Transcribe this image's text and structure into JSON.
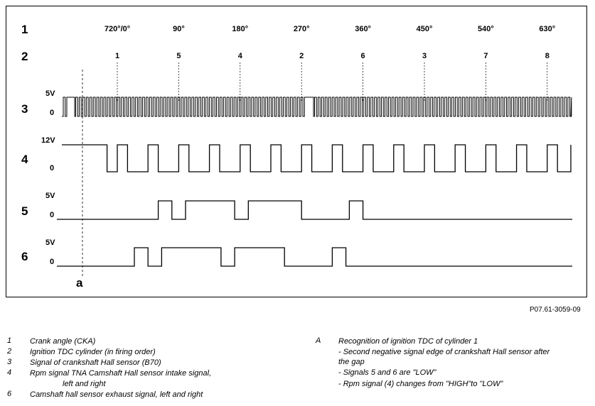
{
  "rows": {
    "row1_label": "1",
    "row2_label": "2",
    "row3_label": "3",
    "row4_label": "4",
    "row5_label": "5",
    "row6_label": "6"
  },
  "crank_angles": [
    "720°/0°",
    "90°",
    "180°",
    "270°",
    "360°",
    "450°",
    "540°",
    "630°"
  ],
  "firing_order": [
    "1",
    "5",
    "4",
    "2",
    "6",
    "3",
    "7",
    "8"
  ],
  "axis_labels": {
    "row3_high": "5V",
    "row3_low": "0",
    "row4_high": "12V",
    "row4_low": "0",
    "row5_high": "5V",
    "row5_low": "0",
    "row6_high": "5V",
    "row6_low": "0"
  },
  "marker_a": "a",
  "figure_ref": "P07.61-3059-09",
  "legend_left": [
    {
      "num": "1",
      "text": "Crank angle (CKA)"
    },
    {
      "num": "2",
      "text": "Ignition TDC cylinder (in firing order)"
    },
    {
      "num": "3",
      "text": "Signal of crankshaft Hall sensor (B70)"
    },
    {
      "num": "4",
      "text": "Rpm signal TNA    Camshaft Hall sensor intake signal,"
    },
    {
      "num": "",
      "text": "left and right"
    },
    {
      "num": "6",
      "text": "Camshaft hall sensor exhaust signal, left and right"
    }
  ],
  "legend_right": {
    "letter": "A",
    "title": "Recognition of ignition TDC of cylinder 1",
    "lines": [
      "- Second negative signal edge of crankshaft Hall sensor after",
      "the gap",
      "- Signals 5 and 6 are \"LOW\"",
      "- Rpm signal (4) changes from \"HIGH\"to \"LOW\""
    ]
  },
  "signals": {
    "row4_transitions_deg": [
      -15,
      0,
      15,
      45,
      60,
      90,
      105,
      135,
      150,
      180,
      195,
      225,
      240,
      270,
      285,
      315,
      330,
      360,
      375,
      405,
      420,
      450,
      465,
      495,
      510,
      540,
      555,
      585,
      600,
      630,
      645,
      675,
      690
    ],
    "row5_high_intervals_deg": [
      [
        60,
        80
      ],
      [
        100,
        172
      ],
      [
        192,
        270
      ],
      [
        340,
        360
      ]
    ],
    "row6_high_intervals_deg": [
      [
        25,
        45
      ],
      [
        65,
        152
      ],
      [
        172,
        245
      ],
      [
        315,
        335
      ]
    ]
  }
}
